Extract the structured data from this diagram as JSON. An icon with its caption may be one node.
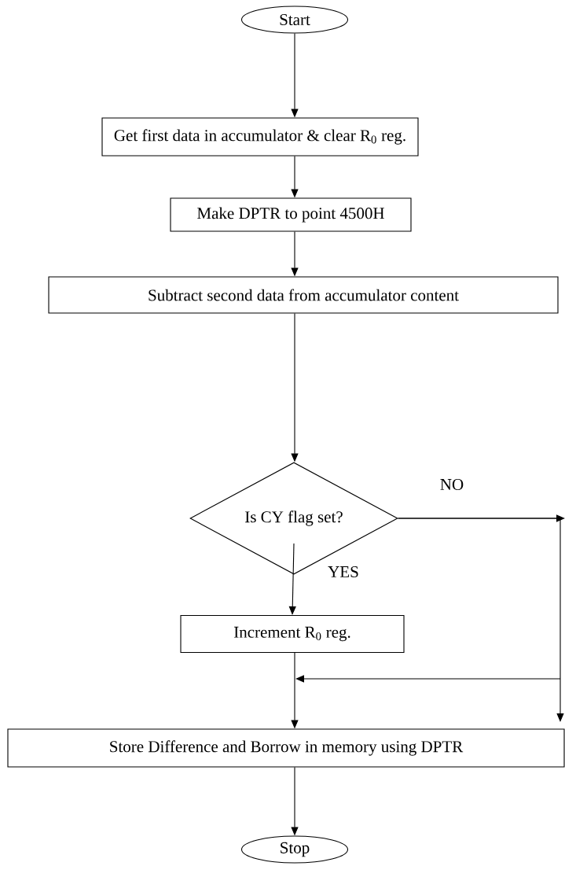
{
  "diagram": {
    "nodes": [
      {
        "text": [
          "Start"
        ]
      },
      {
        "text": [
          "Get first data in accumulator & clear R$_{0}$ reg."
        ]
      },
      {
        "text": [
          "Make DPTR to point 4500H"
        ]
      },
      {
        "text": [
          "Subtract second data from accumulator content"
        ]
      },
      {
        "text": [
          "Is CY flag set?"
        ]
      },
      {
        "text": [
          "Increment R$_{0}$ reg."
        ]
      },
      {
        "text": [
          "Store Difference and Borrow in memory using DPTR"
        ]
      },
      {
        "text": [
          "Stop"
        ]
      }
    ],
    "edges": [
      {
        "from": 0,
        "to": 1,
        "arrow": "to"
      },
      {
        "from": 1,
        "to": 2,
        "arrow": "to"
      },
      {
        "from": 2,
        "to": 3,
        "arrow": "to"
      },
      {
        "from": 3,
        "to": 4,
        "arrow": "to"
      },
      {
        "from": 4,
        "to": 5,
        "arrow": "to",
        "label": "YES"
      },
      {
        "from": 4,
        "to": 6,
        "arrow": "to",
        "label": "NO"
      },
      {
        "from": 5,
        "to": 6,
        "arrow": "to"
      },
      {
        "from": 6,
        "to": 7,
        "arrow": "to"
      }
    ]
  }
}
